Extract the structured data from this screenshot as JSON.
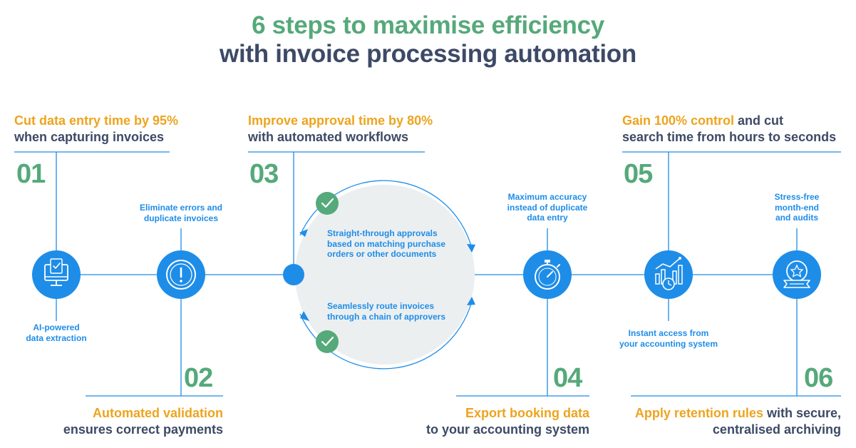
{
  "title": {
    "line1": "6 steps to maximise efficiency",
    "line2": "with invoice processing automation"
  },
  "colors": {
    "green": "#55a97a",
    "navy": "#3d4a66",
    "orange": "#eda41e",
    "blue": "#1e8de8",
    "light_gray": "#eceff0"
  },
  "steps": [
    {
      "number": "01",
      "heading_highlight": "Cut data entry time by 95%",
      "heading_rest": "when capturing invoices",
      "icon": "computer-check-icon",
      "note": [
        "AI-powered",
        "data extraction"
      ]
    },
    {
      "number": "02",
      "heading_highlight": "Automated validation",
      "heading_rest": "ensures correct payments",
      "icon": "alert-icon",
      "note": [
        "Eliminate errors and",
        "duplicate invoices"
      ]
    },
    {
      "number": "03",
      "heading_highlight": "Improve approval time by 80%",
      "heading_rest": "with automated workflows",
      "notes": [
        [
          "Straight-through approvals",
          "based on matching purchase",
          "orders or other documents"
        ],
        [
          "Seamlessly route invoices",
          "through a chain of approvers"
        ]
      ],
      "check_icons": [
        "check-icon",
        "check-icon"
      ]
    },
    {
      "number": "04",
      "heading_highlight": "Export booking data",
      "heading_rest": "to your accounting system",
      "icon": "stopwatch-icon",
      "note": [
        "Maximum accuracy",
        "instead of duplicate",
        "data entry"
      ]
    },
    {
      "number": "05",
      "heading_highlight": "Gain 100% control",
      "heading_rest_inline": " and cut",
      "heading_rest": "search time from hours to seconds",
      "icon": "analytics-chart-icon",
      "note": [
        "Instant access from",
        "your accounting system"
      ]
    },
    {
      "number": "06",
      "heading_highlight": "Apply retention rules",
      "heading_rest_inline": " with secure,",
      "heading_rest": "centralised archiving",
      "icon": "award-icon",
      "note": [
        "Stress-free",
        "month-end",
        "and audits"
      ]
    }
  ]
}
